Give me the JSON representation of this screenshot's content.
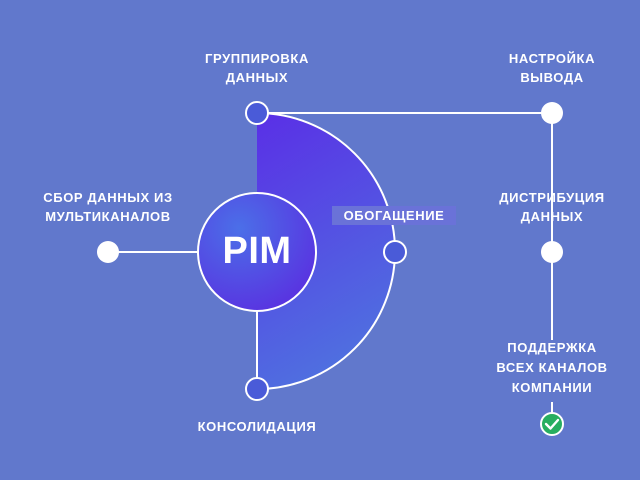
{
  "center": {
    "title": "PIM"
  },
  "nodes": {
    "grouping": {
      "lines": [
        "ГРУППИРОВКА",
        "ДАННЫХ"
      ]
    },
    "output_setup": {
      "lines": [
        "НАСТРОЙКА",
        "ВЫВОДА"
      ]
    },
    "collection": {
      "lines": [
        "СБОР ДАННЫХ ИЗ",
        "МУЛЬТИКАНАЛОВ"
      ]
    },
    "enrichment": {
      "lines": [
        "ОБОГАЩЕНИЕ"
      ]
    },
    "distribution": {
      "lines": [
        "ДИСТРИБУЦИЯ",
        "ДАННЫХ"
      ]
    },
    "support": {
      "lines": [
        "ПОДДЕРЖКА",
        "ВСЕХ КАНАЛОВ",
        "КОМПАНИИ"
      ]
    },
    "consolidation": {
      "lines": [
        "КОНСОЛИДАЦИЯ"
      ]
    }
  },
  "icons": {
    "done": "check-icon"
  },
  "colors": {
    "background": "#6178cc",
    "line": "#ffffff",
    "node_fill": "#4a5bd8",
    "gradient_top": "#5a2fe6",
    "gradient_bottom": "#4f6fe0",
    "check_green": "#27ae60"
  }
}
